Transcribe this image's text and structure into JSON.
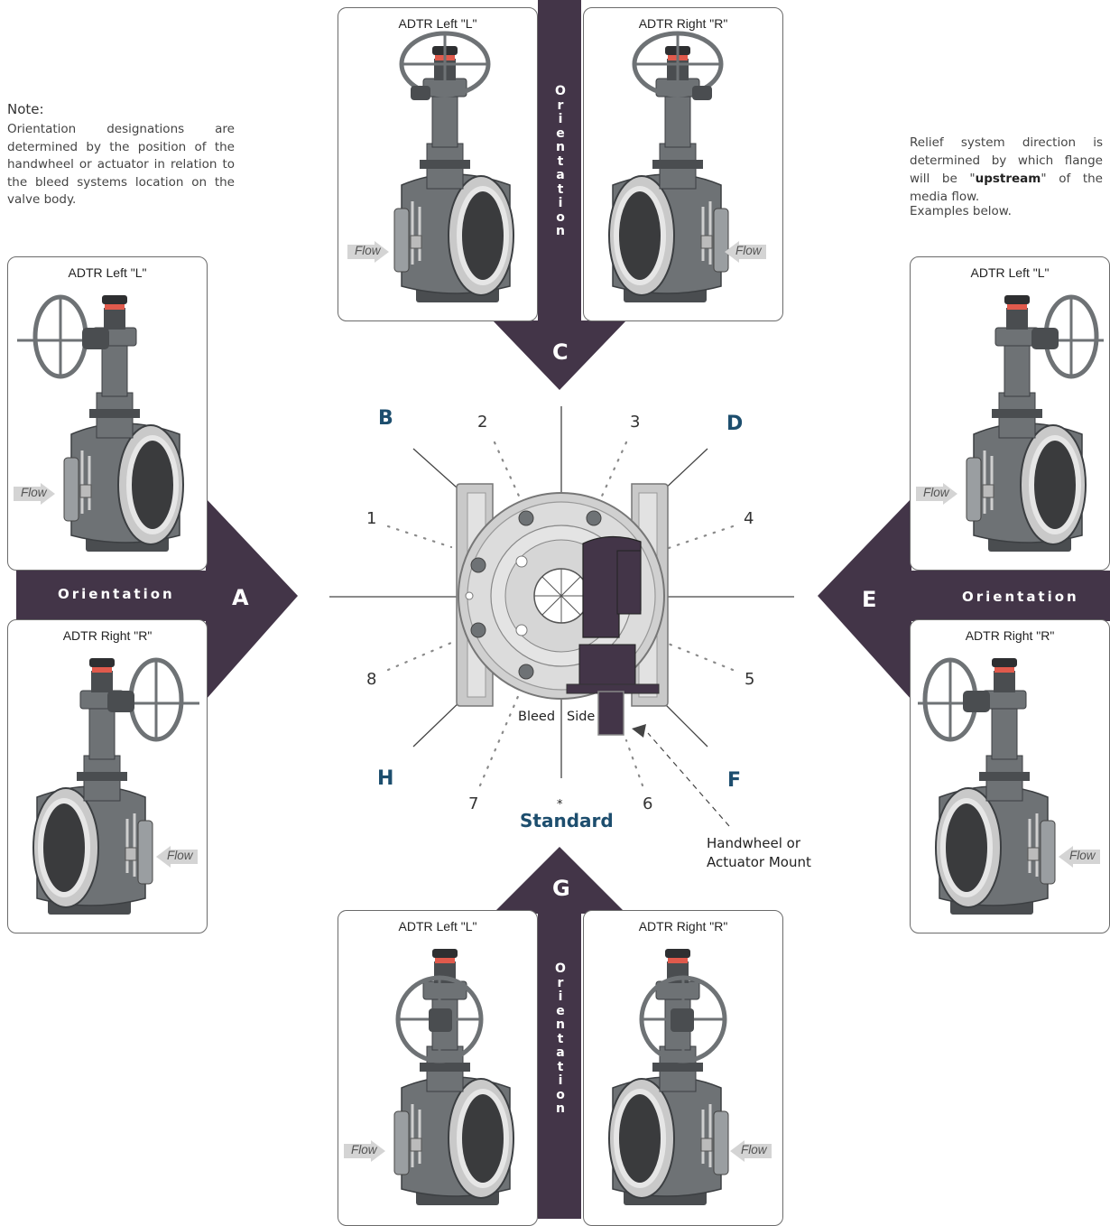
{
  "note": {
    "title": "Note:",
    "text": "Orientation designations are determined by the position of the handwheel or actuator in relation to the bleed systems location on the valve body."
  },
  "relief": {
    "text_before": "Relief system direction is determined by which flange will be \"",
    "text_bold": "upstream",
    "text_after": "\" of the media flow.",
    "examples": "Examples below."
  },
  "cards": {
    "top_left": "ADTR Left \"L\"",
    "top_right": "ADTR Right \"R\"",
    "left_top": "ADTR Left \"L\"",
    "left_bottom": "ADTR Right \"R\"",
    "right_top": "ADTR Left \"L\"",
    "right_bottom": "ADTR Right \"R\"",
    "bottom_left": "ADTR Left \"L\"",
    "bottom_right": "ADTR Right \"R\""
  },
  "flow_label": "Flow",
  "orientation_label": "Orientation",
  "orientation_letters": [
    "O",
    "r",
    "i",
    "e",
    "n",
    "t",
    "a",
    "t",
    "i",
    "o",
    "n"
  ],
  "orientation_codes": {
    "left": "A",
    "top": "C",
    "right": "E",
    "bottom": "G"
  },
  "directions": {
    "b": "B",
    "d": "D",
    "f": "F",
    "h": "H"
  },
  "positions": {
    "p1": "1",
    "p2": "2",
    "p3": "3",
    "p4": "4",
    "p5": "5",
    "p6": "6",
    "p7": "7",
    "p8": "8"
  },
  "bleed_label": "Bleed",
  "side_label": "Side",
  "standard_mark": "*",
  "standard_label": "Standard",
  "mount_line1": "Handwheel or",
  "mount_line2": "Actuator Mount",
  "colors": {
    "dark_purple": "#433548",
    "blue_letter": "#1d4e6e",
    "valve_gray": "#6e7275"
  },
  "icons": [
    "flow-arrow-icon",
    "valve-icon",
    "handwheel-icon"
  ]
}
